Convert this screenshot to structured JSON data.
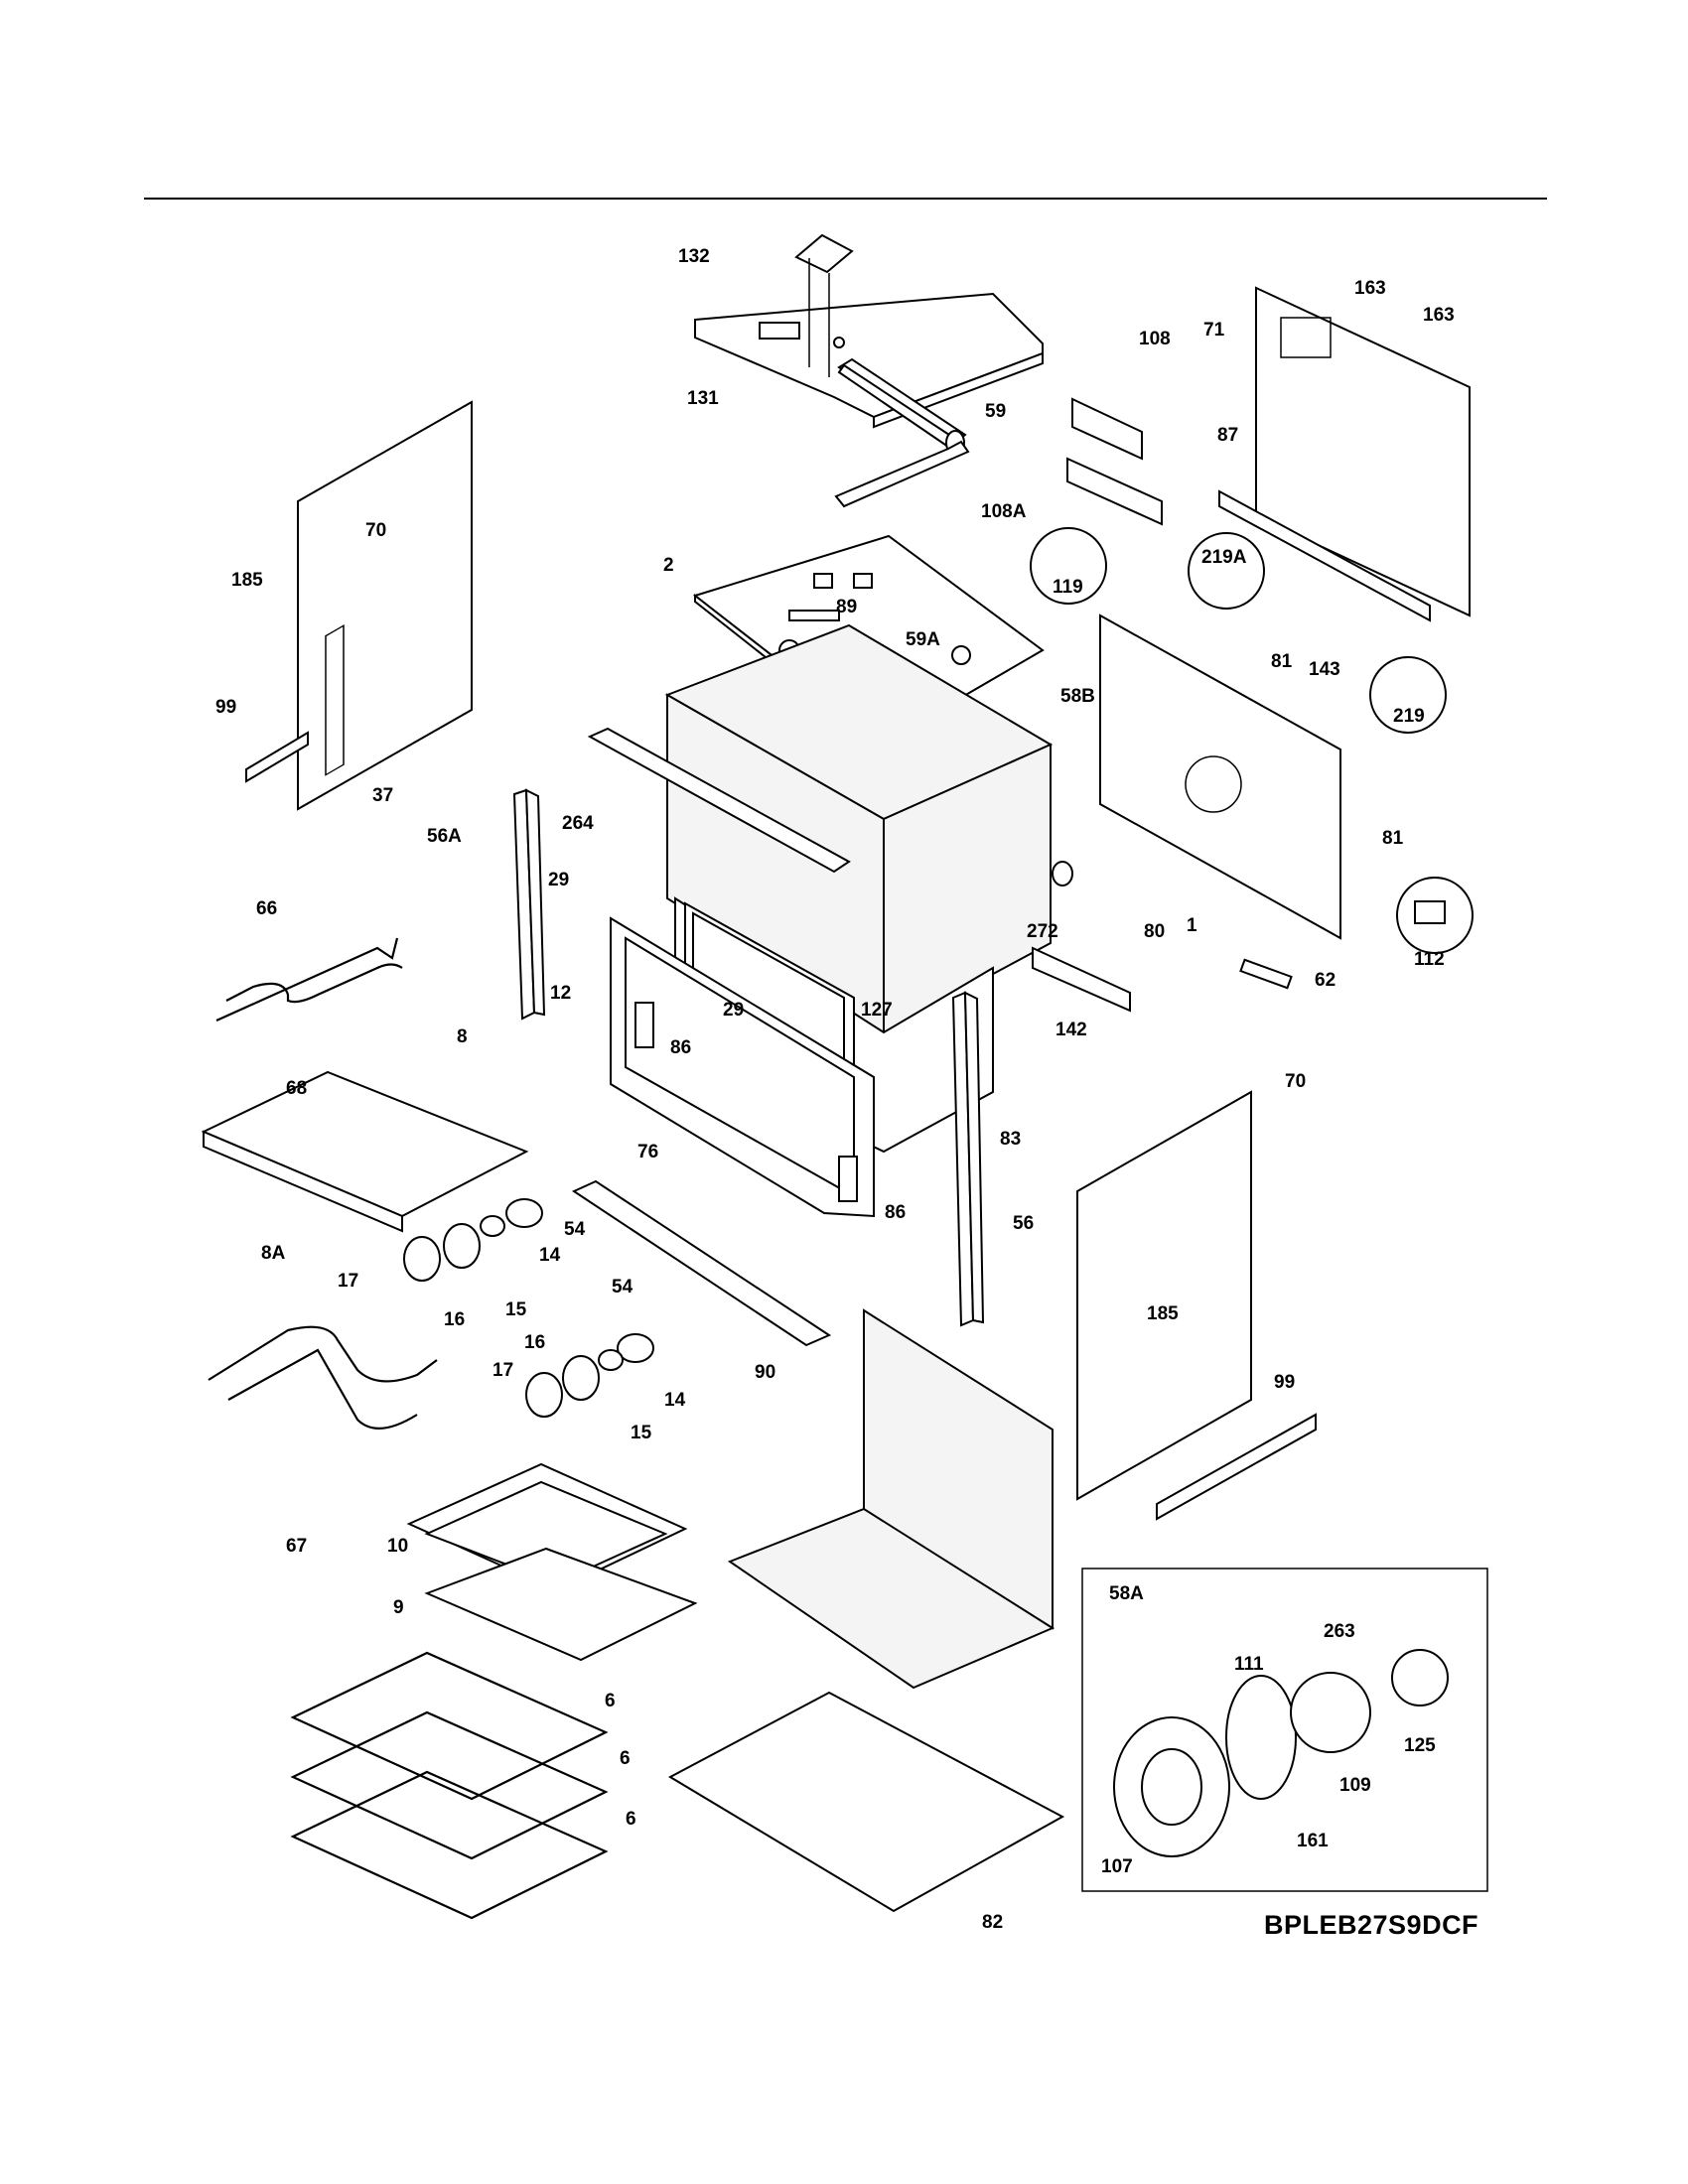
{
  "model_code": "BPLEB27S9DCF",
  "part_numbers": [
    "132",
    "131",
    "59",
    "163",
    "163",
    "71",
    "108",
    "87",
    "108A",
    "70",
    "185",
    "99",
    "2",
    "89",
    "59A",
    "119",
    "219A",
    "81",
    "143",
    "219",
    "58B",
    "264",
    "37",
    "56A",
    "29",
    "66",
    "12",
    "1",
    "80",
    "272",
    "81",
    "112",
    "62",
    "127",
    "142",
    "29",
    "86",
    "8",
    "68",
    "76",
    "83",
    "86",
    "70",
    "56",
    "54",
    "14",
    "8A",
    "17",
    "16",
    "15",
    "54",
    "90",
    "185",
    "99",
    "16",
    "17",
    "14",
    "15",
    "67",
    "10",
    "58A",
    "9",
    "263",
    "111",
    "125",
    "109",
    "6",
    "6",
    "6",
    "107",
    "161",
    "82"
  ]
}
